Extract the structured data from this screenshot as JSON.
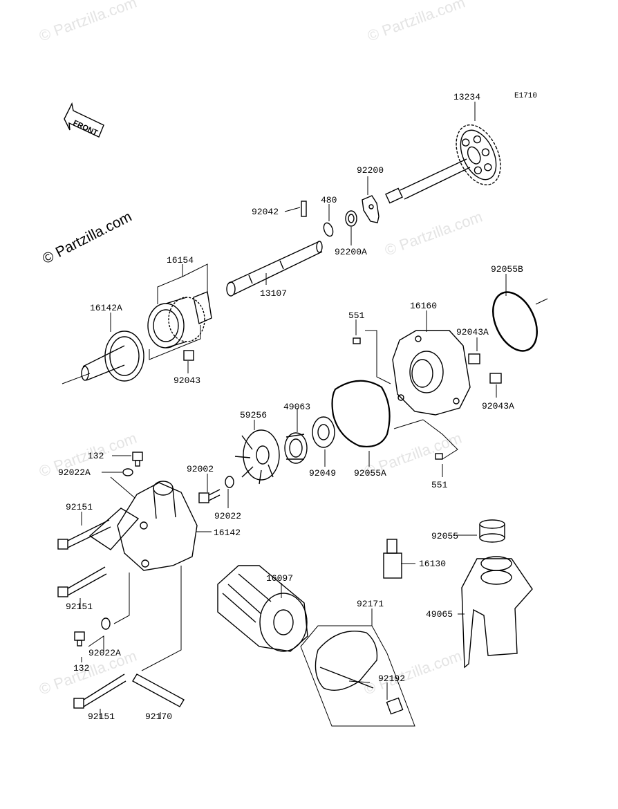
{
  "diagram_code": "E1710",
  "front_label": "FRONT",
  "copyright": "© Partzilla.com",
  "watermark": "© Partzilla.com",
  "labels": {
    "p13234": "13234",
    "p92200": "92200",
    "p92042": "92042",
    "p480": "480",
    "p92200A": "92200A",
    "p16154": "16154",
    "p13107": "13107",
    "p16142A": "16142A",
    "p92043": "92043",
    "p92055B": "92055B",
    "p16160": "16160",
    "p551a": "551",
    "p92043Aa": "92043A",
    "p92043Ab": "92043A",
    "p59256": "59256",
    "p49063": "49063",
    "p92049": "92049",
    "p92055A": "92055A",
    "p551b": "551",
    "p132a": "132",
    "p92022Aa": "92022A",
    "p92002": "92002",
    "p92022": "92022",
    "p92151a": "92151",
    "p16142": "16142",
    "p92151b": "92151",
    "p16097": "16097",
    "p92055": "92055",
    "p16130": "16130",
    "p92171": "92171",
    "p49065": "49065",
    "p92022Ab": "92022A",
    "p132b": "132",
    "p92192": "92192",
    "p92151c": "92151",
    "p92170": "92170"
  }
}
